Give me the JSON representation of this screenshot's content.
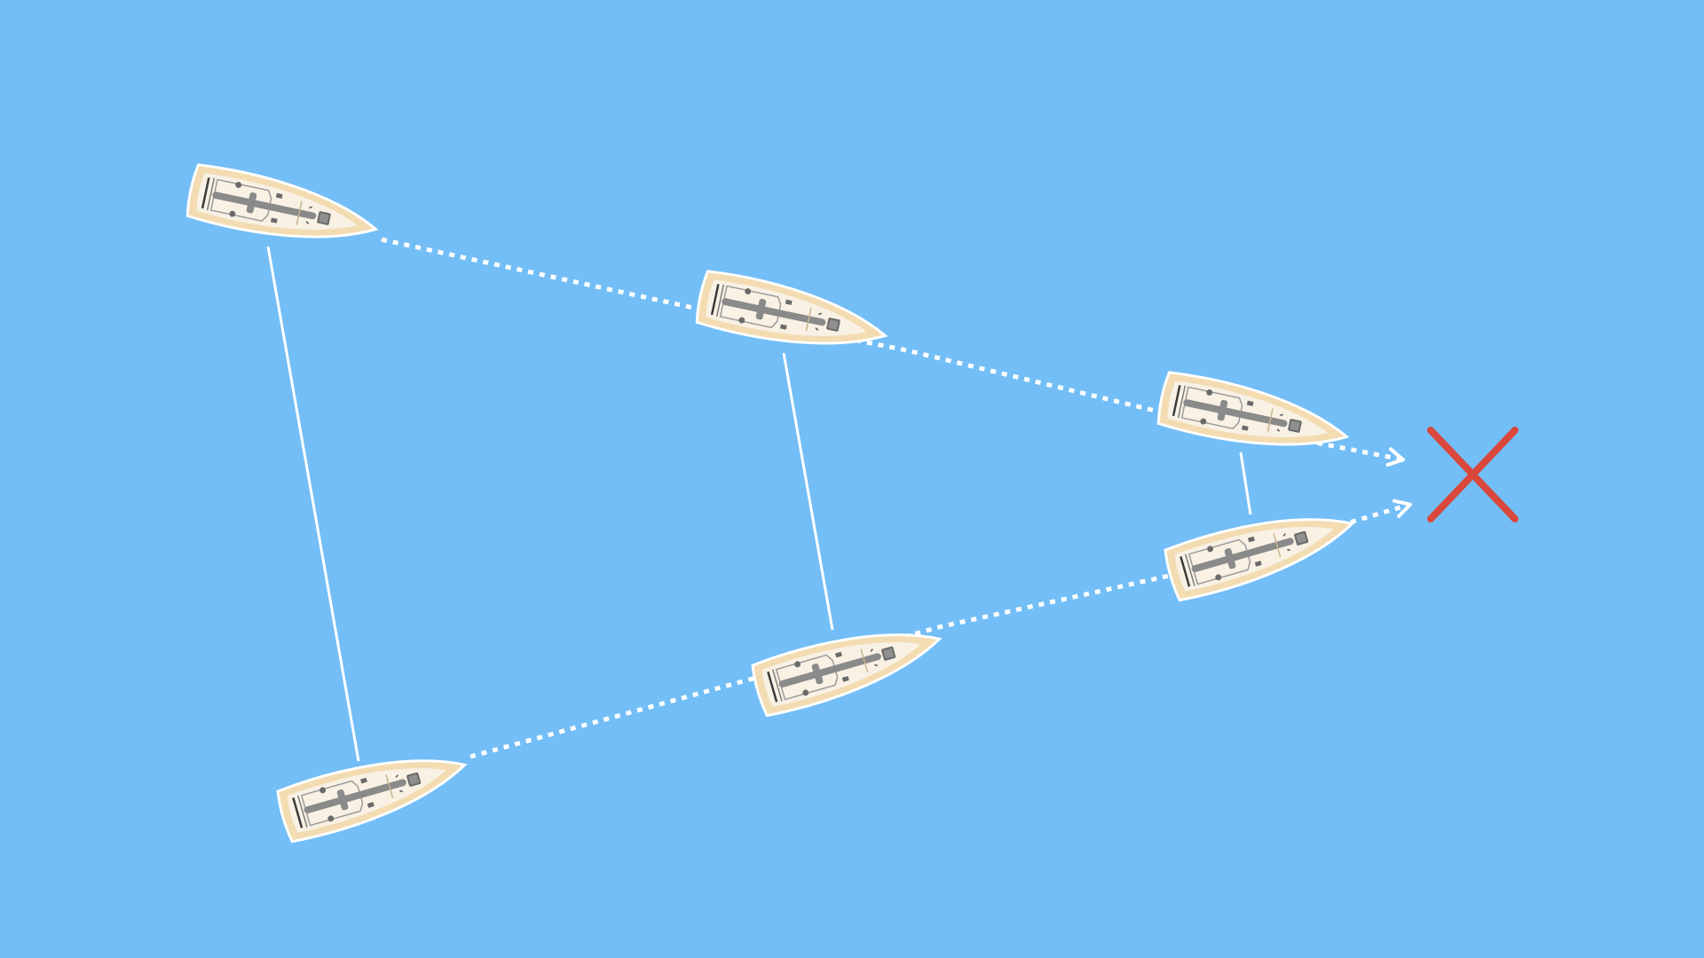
{
  "colors": {
    "water": "#73bef6",
    "track": "#ffffff",
    "hull": "#f3dcb2",
    "deck": "#f8f1e4",
    "boom": "#8a8a8a",
    "winch": "#6a6a6a",
    "collision_mark": "#d9483b"
  },
  "diagram": {
    "course_a": {
      "boats": 3,
      "track_style": "dotted",
      "ends_with": "arrow"
    },
    "course_b": {
      "boats": 3,
      "track_style": "dotted",
      "ends_with": "arrow"
    },
    "connector_style": "solid",
    "collision_mark_icon": "red-x-icon"
  }
}
